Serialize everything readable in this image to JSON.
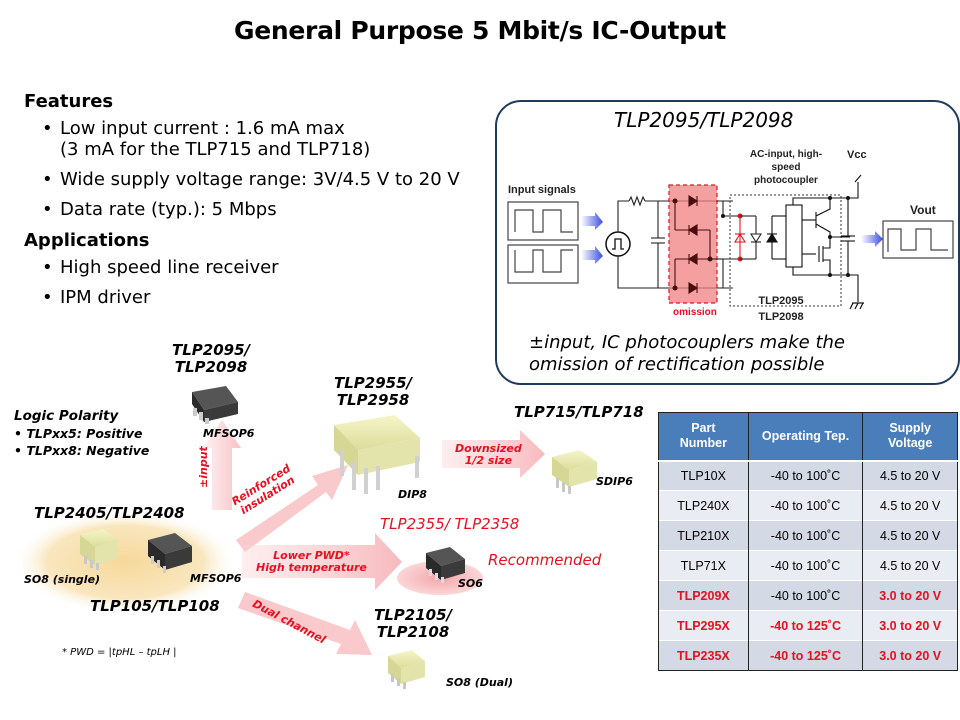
{
  "title": "General Purpose 5 Mbit/s IC-Output",
  "features": {
    "heading": "Features",
    "items": [
      {
        "line1": "Low input current : 1.6 mA max",
        "line2": "(3 mA for the TLP715 and TLP718)"
      },
      {
        "line1": "Wide supply voltage range: 3V/4.5 V to 20 V",
        "line2": ""
      },
      {
        "line1": "Data rate (typ.): 5 Mbps",
        "line2": ""
      }
    ]
  },
  "applications": {
    "heading": "Applications",
    "items": [
      "High speed line receiver",
      "IPM driver"
    ]
  },
  "bullet_glyph": "•",
  "circuit": {
    "title": "TLP2095/TLP2098",
    "input_signals_label": "Input signals",
    "omission_label": "omission",
    "coupler_label_lines": [
      "AC-input, high-",
      "speed",
      "photocoupler"
    ],
    "vcc_label": "Vcc",
    "vout_label": "Vout",
    "part_labels": [
      "TLP2095",
      "TLP2098"
    ],
    "caption_line1": "±input, IC photocouplers make the",
    "caption_line2": "omission of rectification possible",
    "colors": {
      "omission_fill": "#f08080",
      "omission_border": "#e8101e",
      "ac_diode": "#e8101e",
      "arrow": "#3b4fe0",
      "frame": "#1f3b5c"
    }
  },
  "lineage": {
    "polarity": {
      "heading": "Logic Polarity",
      "items": [
        "TLPxx5: Positive",
        "TLPxx8: Negative"
      ]
    },
    "base": {
      "top_label": "TLP2405/TLP2408",
      "bottom_label": "TLP105/TLP108",
      "pkg_left": "SO8 (single)",
      "pkg_right": "MFSOP6"
    },
    "nodes": {
      "tlp2095": {
        "label_line1": "TLP2095/",
        "label_line2": "TLP2098",
        "package": "MFSOP6"
      },
      "tlp2955": {
        "label_line1": "TLP2955/",
        "label_line2": "TLP2958",
        "package": "DIP8"
      },
      "tlp715": {
        "label": "TLP715/TLP718",
        "package": "SDIP6"
      },
      "tlp2355": {
        "label": "TLP2355/ TLP2358",
        "package": "SO6",
        "badge": "Recommended"
      },
      "tlp2105": {
        "label_line1": "TLP2105/",
        "label_line2": "TLP2108",
        "package": "SO8 (Dual)"
      }
    },
    "arrows": {
      "input": "±input",
      "reinforced": [
        "Reinforced",
        "insulation"
      ],
      "downsized": [
        "Downsized",
        "1/2 size"
      ],
      "pwd": [
        "Lower PWD*",
        "High temperature"
      ],
      "dual": "Dual channel"
    },
    "footnote": "* PWD = |tpHL – tpLH |",
    "colors": {
      "arrow_fill": "#f9c9cc",
      "label_red": "#e8101e",
      "base_glow": "#f6d89a"
    }
  },
  "table": {
    "headers": [
      [
        "Part",
        "Number"
      ],
      [
        "Operating Tep."
      ],
      [
        "Supply",
        "Voltage"
      ]
    ],
    "rows": [
      {
        "part": "TLP10X",
        "temp": "-40 to 100˚C",
        "voltage": "4.5 to 20 V",
        "hl_part": false,
        "hl_temp": false,
        "hl_voltage": false
      },
      {
        "part": "TLP240X",
        "temp": "-40 to 100˚C",
        "voltage": "4.5 to 20 V",
        "hl_part": false,
        "hl_temp": false,
        "hl_voltage": false
      },
      {
        "part": "TLP210X",
        "temp": "-40 to 100˚C",
        "voltage": "4.5 to 20 V",
        "hl_part": false,
        "hl_temp": false,
        "hl_voltage": false
      },
      {
        "part": "TLP71X",
        "temp": "-40 to 100˚C",
        "voltage": "4.5 to 20 V",
        "hl_part": false,
        "hl_temp": false,
        "hl_voltage": false
      },
      {
        "part": "TLP209X",
        "temp": "-40 to 100˚C",
        "voltage": "3.0 to 20 V",
        "hl_part": true,
        "hl_temp": false,
        "hl_voltage": true
      },
      {
        "part": "TLP295X",
        "temp": "-40 to 125˚C",
        "voltage": "3.0 to 20 V",
        "hl_part": true,
        "hl_temp": true,
        "hl_voltage": true
      },
      {
        "part": "TLP235X",
        "temp": "-40 to 125˚C",
        "voltage": "3.0 to 20 V",
        "hl_part": true,
        "hl_temp": true,
        "hl_voltage": true
      }
    ],
    "colors": {
      "header_bg": "#4a7ebb",
      "row_odd": "#d3d9e5",
      "row_even": "#e9ecf2",
      "highlight": "#e8101e"
    }
  }
}
